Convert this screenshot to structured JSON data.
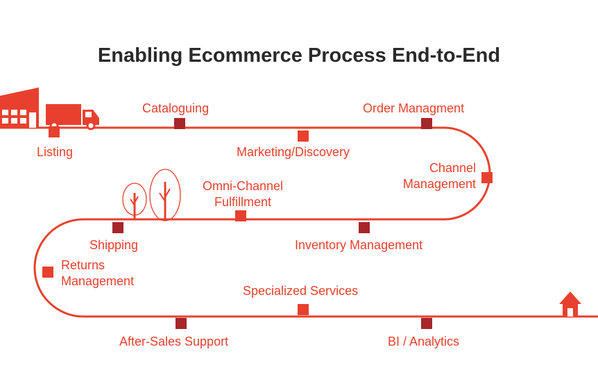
{
  "title": "Enabling Ecommerce Process End-to-End",
  "colors": {
    "path": "#e8402e",
    "marker_dark": "#a7262a",
    "marker_bright": "#e8402e",
    "title": "#2a2a2a"
  },
  "icons": [
    "warehouse-icon",
    "truck-icon",
    "tree-icon",
    "home-icon"
  ],
  "steps": [
    {
      "id": "listing",
      "label": "Listing",
      "marker": "bright"
    },
    {
      "id": "cataloguing",
      "label": "Cataloguing",
      "marker": "dark"
    },
    {
      "id": "marketing-discovery",
      "label": "Marketing/Discovery",
      "marker": "bright"
    },
    {
      "id": "order-managment",
      "label": "Order Managment",
      "marker": "dark"
    },
    {
      "id": "channel-management",
      "label": "Channel\nManagement",
      "marker": "bright"
    },
    {
      "id": "inventory-management",
      "label": "Inventory Management",
      "marker": "dark"
    },
    {
      "id": "omni-channel-fulfillment",
      "label": "Omni-Channel\nFulfillment",
      "marker": "bright"
    },
    {
      "id": "shipping",
      "label": "Shipping",
      "marker": "dark"
    },
    {
      "id": "returns-management",
      "label": "Returns\nManagement",
      "marker": "bright"
    },
    {
      "id": "after-sales-support",
      "label": "After-Sales Support",
      "marker": "dark"
    },
    {
      "id": "specialized-services",
      "label": "Specialized Services",
      "marker": "bright"
    },
    {
      "id": "bi-analytics",
      "label": "BI / Analytics",
      "marker": "dark"
    }
  ]
}
